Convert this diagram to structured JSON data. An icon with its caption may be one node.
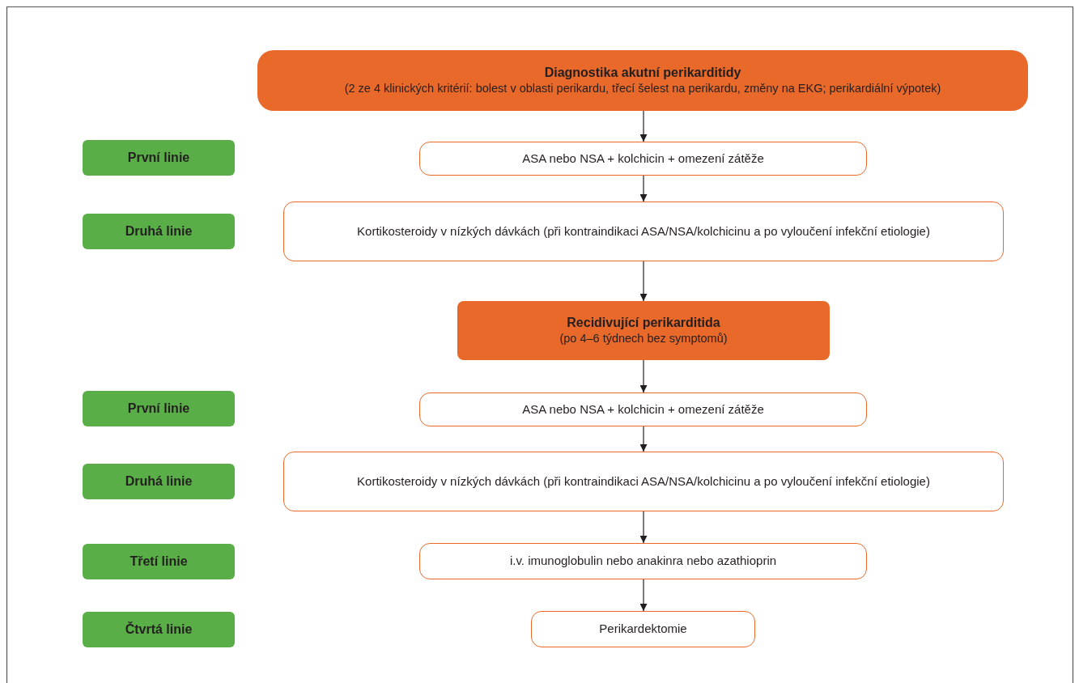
{
  "diagram": {
    "nodes": [
      {
        "text": [
          "Diagnostika akutní perikarditidy",
          "(2 ze 4 klinických kritérií: bolest v oblasti perikardu, třecí šelest na perikardu, změny na EKG; perikardiální výpotek)"
        ]
      },
      {
        "text": [
          "První linie"
        ]
      },
      {
        "text": [
          "ASA nebo NSA + kolchicin + omezení zátěže"
        ]
      },
      {
        "text": [
          "Druhá linie"
        ]
      },
      {
        "text": [
          "Kortikosteroidy v nízkých dávkách (při kontraindikaci ASA/NSA/kolchicinu a po vyloučení infekční etiologie)"
        ]
      },
      {
        "text": [
          "Recidivující perikarditida",
          "(po 4–6 týdnech bez symptomů)"
        ]
      },
      {
        "text": [
          "První linie"
        ]
      },
      {
        "text": [
          "ASA nebo NSA + kolchicin + omezení zátěže"
        ]
      },
      {
        "text": [
          "Druhá linie"
        ]
      },
      {
        "text": [
          "Kortikosteroidy v nízkých dávkách (při kontraindikaci ASA/NSA/kolchicinu a po vyloučení infekční etiologie)"
        ]
      },
      {
        "text": [
          "Třetí linie"
        ]
      },
      {
        "text": [
          "i.v. imunoglobulin nebo anakinra nebo azathioprin"
        ]
      },
      {
        "text": [
          "Čtvrtá linie"
        ]
      },
      {
        "text": [
          "Perikardektomie"
        ]
      }
    ],
    "edges": [
      {
        "from": 0,
        "to": 2,
        "arrow": "to"
      },
      {
        "from": 2,
        "to": 4,
        "arrow": "to"
      },
      {
        "from": 4,
        "to": 5,
        "arrow": "to"
      },
      {
        "from": 5,
        "to": 7,
        "arrow": "to"
      },
      {
        "from": 7,
        "to": 9,
        "arrow": "to"
      },
      {
        "from": 9,
        "to": 11,
        "arrow": "to"
      },
      {
        "from": 11,
        "to": 13,
        "arrow": "to"
      }
    ]
  }
}
